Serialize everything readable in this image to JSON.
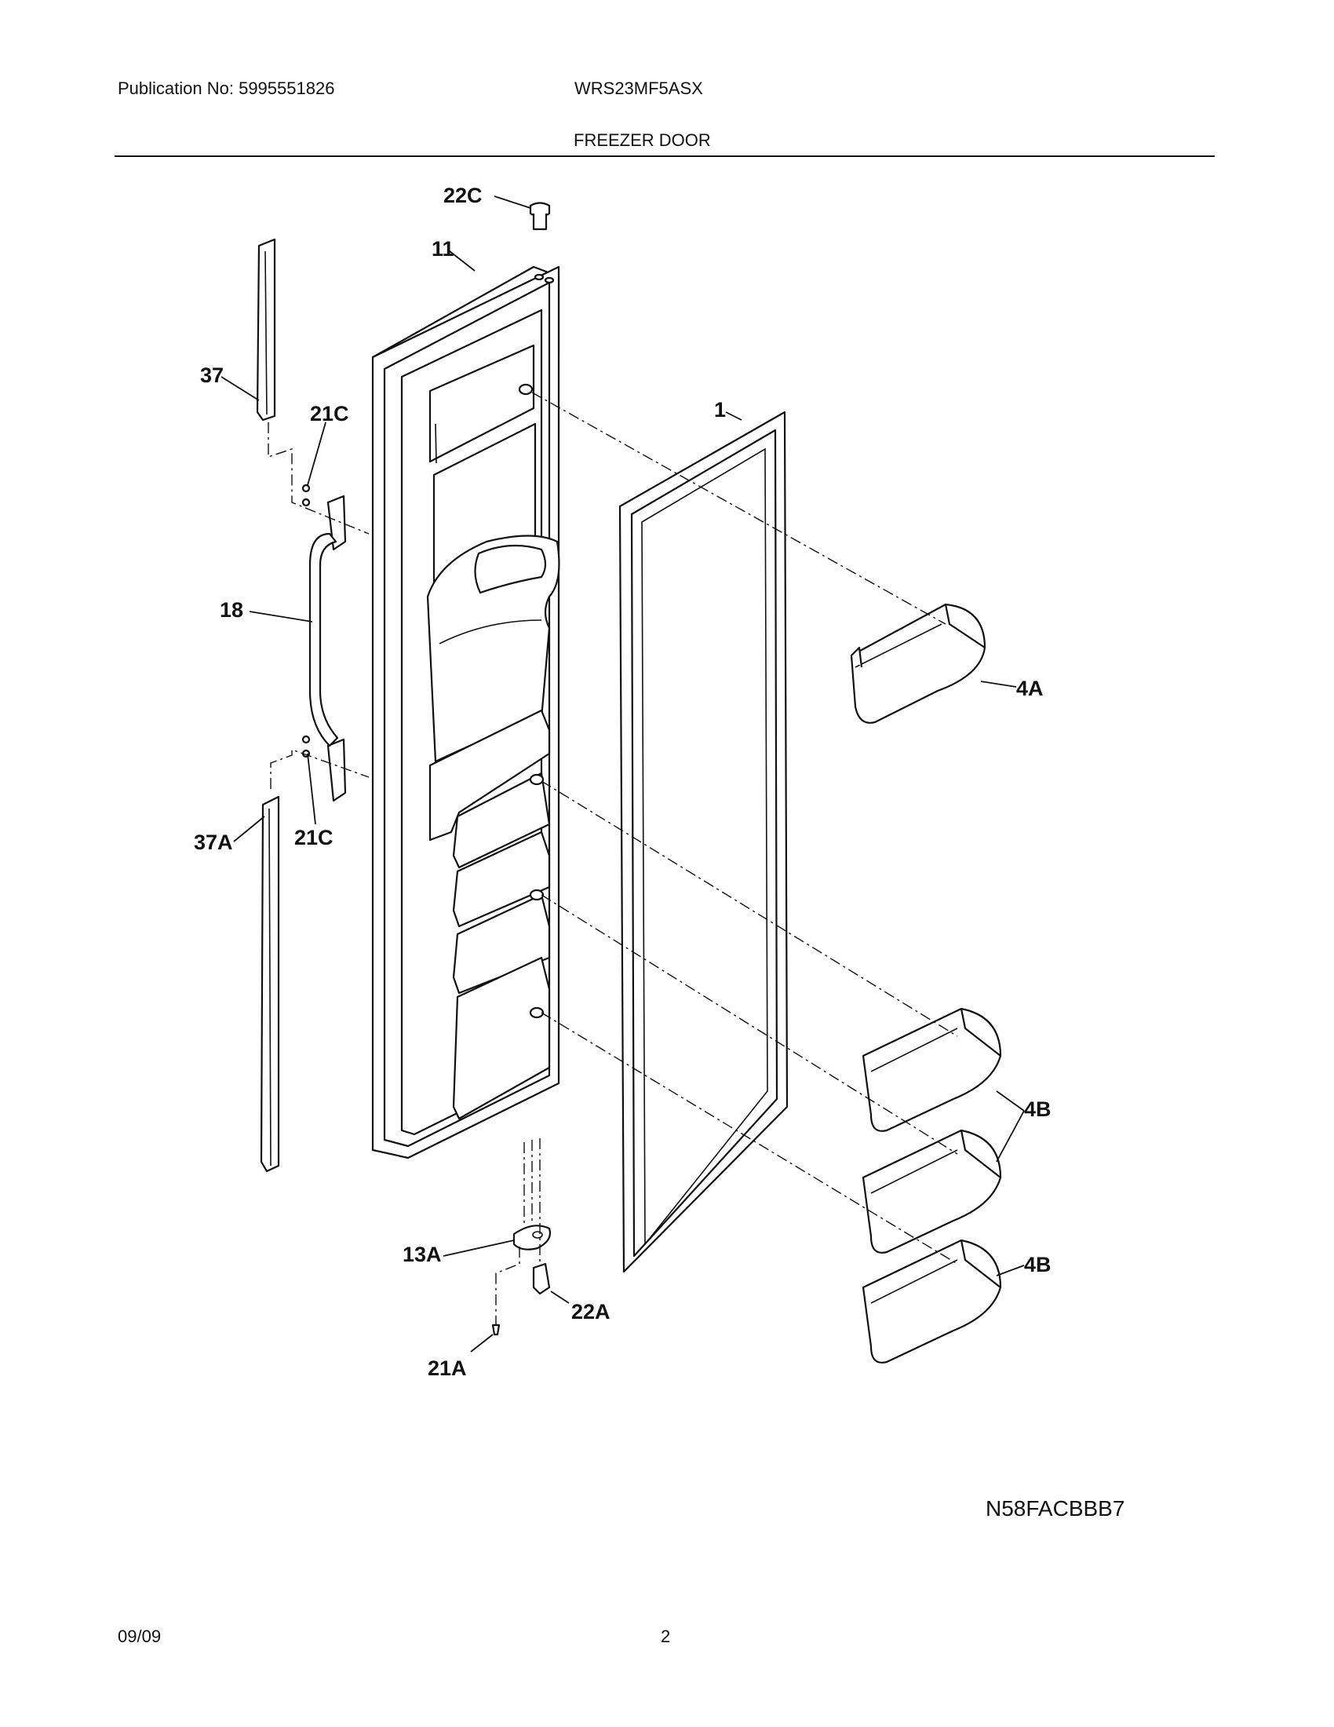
{
  "header": {
    "publication": "Publication No: 5995551826",
    "model": "WRS23MF5ASX",
    "section_title": "FREEZER DOOR"
  },
  "diagram": {
    "callouts": {
      "c22C": "22C",
      "c11": "11",
      "c37": "37",
      "c21C_top": "21C",
      "c1": "1",
      "c18": "18",
      "c4A": "4A",
      "c21C_bottom": "21C",
      "c37A": "37A",
      "c4B_upper": "4B",
      "c4B_lower": "4B",
      "c13A": "13A",
      "c22A": "22A",
      "c21A": "21A"
    },
    "figure_code": "N58FACBBB7"
  },
  "footer": {
    "date": "09/09",
    "page_number": "2"
  }
}
